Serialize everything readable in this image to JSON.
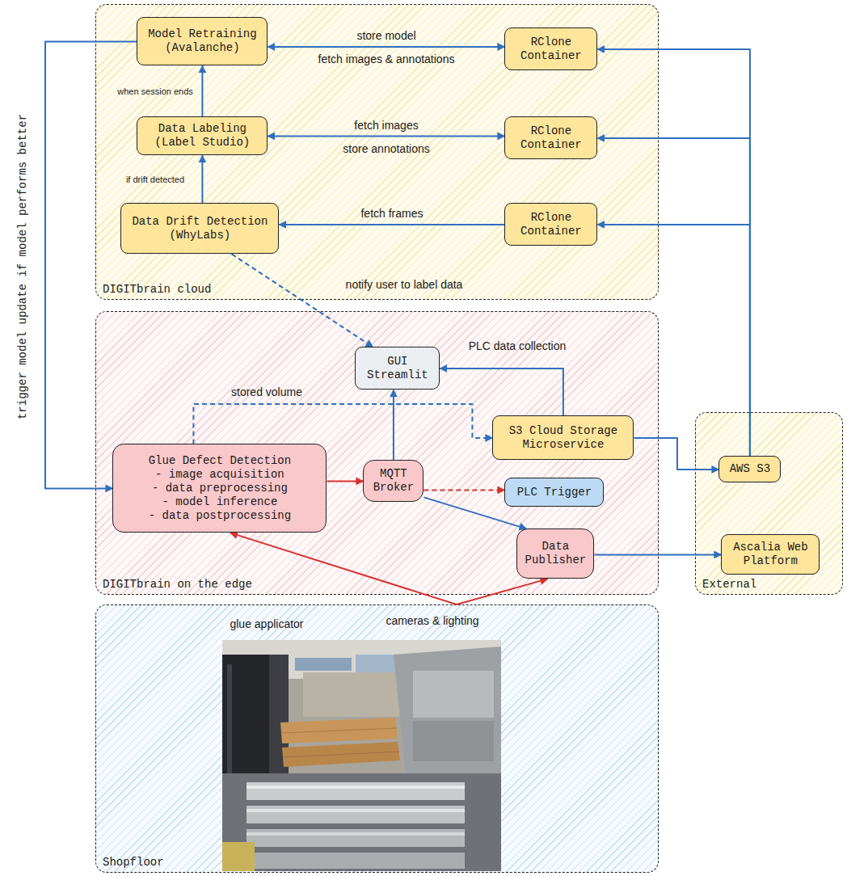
{
  "diagram": {
    "nodes": [
      {
        "text": [
          "DIGITbrain cloud"
        ]
      },
      {
        "text": [
          "Model Retraining (Avalanche)"
        ],
        "in": 0
      },
      {
        "text": [
          "RClone Container"
        ],
        "in": 0
      },
      {
        "text": [
          "Data Labeling (Label Studio)"
        ],
        "in": 0
      },
      {
        "text": [
          "RClone Container"
        ],
        "in": 0
      },
      {
        "text": [
          "Data Drift Detection (WhyLabs)"
        ],
        "in": 0
      },
      {
        "text": [
          "RClone Container"
        ],
        "in": 0
      },
      {
        "text": [
          "DIGITbrain on the edge"
        ]
      },
      {
        "text": [
          "GUI Streamlit"
        ],
        "in": 7
      },
      {
        "text": [
          "S3 Cloud Storage Microservice"
        ],
        "in": 7
      },
      {
        "text": [
          "Glue Defect Detection",
          "- image acquisition",
          "- data preprocessing",
          "- model inference",
          "- data postprocessing"
        ],
        "in": 7
      },
      {
        "text": [
          "MQTT Broker"
        ],
        "in": 7
      },
      {
        "text": [
          "PLC Trigger"
        ],
        "in": 7
      },
      {
        "text": [
          "Data Publisher"
        ],
        "in": 7
      },
      {
        "text": [
          "External"
        ]
      },
      {
        "text": [
          "AWS S3"
        ],
        "in": 14
      },
      {
        "text": [
          "Ascalia Web Platform"
        ],
        "in": 14
      },
      {
        "text": [
          "Shopfloor"
        ]
      }
    ],
    "edges": [
      {
        "from": 1,
        "to": 2,
        "arrow": "both",
        "label": "store model"
      },
      {
        "from": 3,
        "to": 4,
        "arrow": "both",
        "label": "fetch images"
      },
      {
        "from": 6,
        "to": 5,
        "arrow": "to",
        "label": "fetch frames"
      },
      {
        "from": 5,
        "to": 3,
        "arrow": "to",
        "label": "if drift detected"
      },
      {
        "from": 3,
        "to": 1,
        "arrow": "to",
        "label": "when session ends"
      },
      {
        "from": 1,
        "to": 10,
        "arrow": "to",
        "label": "trigger model update if model performs better"
      },
      {
        "from": 5,
        "to": 8,
        "arrow": "to",
        "label": "notify user to label data"
      },
      {
        "from": 9,
        "to": 8,
        "arrow": "to",
        "label": "PLC data collection"
      },
      {
        "from": 10,
        "to": 9,
        "arrow": "to",
        "label": "stored volume"
      },
      {
        "from": 10,
        "to": 11,
        "arrow": "to"
      },
      {
        "from": 11,
        "to": 8,
        "arrow": "to"
      },
      {
        "from": 11,
        "to": 12,
        "arrow": "to"
      },
      {
        "from": 11,
        "to": 13,
        "arrow": "to"
      },
      {
        "from": 9,
        "to": 15,
        "arrow": "to"
      },
      {
        "from": 13,
        "to": 16,
        "arrow": "to"
      },
      {
        "from": 15,
        "to": 2,
        "arrow": "to"
      },
      {
        "from": 15,
        "to": 4,
        "arrow": "to"
      },
      {
        "from": 15,
        "to": 6,
        "arrow": "to"
      },
      {
        "from": 17,
        "to": 10,
        "arrow": "to"
      },
      {
        "from": 17,
        "to": 13,
        "arrow": "to"
      }
    ],
    "labels": [
      "fetch images & annotations",
      "store annotations",
      "glue applicator",
      "cameras & lighting"
    ]
  }
}
